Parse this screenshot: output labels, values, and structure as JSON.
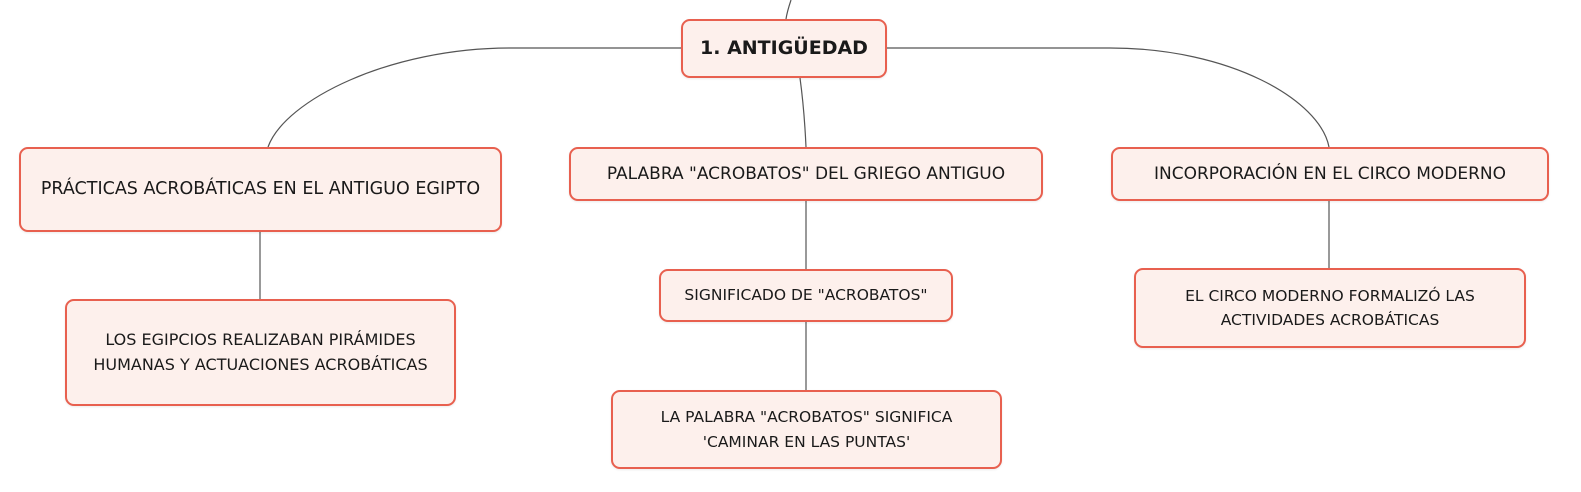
{
  "diagram": {
    "type": "mind-map",
    "colors": {
      "node_fill": "#fdf0ec",
      "node_border": "#e8604f",
      "connector": "#555555",
      "text": "#1a1a1a"
    },
    "root": {
      "label": "1. ANTIGÜEDAD"
    },
    "branches": [
      {
        "label": "PRÁCTICAS ACROBÁTICAS EN EL ANTIGUO EGIPTO",
        "children": [
          {
            "lines": [
              "LOS EGIPCIOS REALIZABAN PIRÁMIDES",
              "HUMANAS Y ACTUACIONES ACROBÁTICAS"
            ]
          }
        ]
      },
      {
        "label": "PALABRA \"ACROBATOS\" DEL GRIEGO ANTIGUO",
        "children": [
          {
            "label": "SIGNIFICADO DE \"ACROBATOS\"",
            "children": [
              {
                "lines": [
                  "LA PALABRA \"ACROBATOS\" SIGNIFICA",
                  "'CAMINAR EN LAS PUNTAS'"
                ]
              }
            ]
          }
        ]
      },
      {
        "label": "INCORPORACIÓN EN EL CIRCO MODERNO",
        "children": [
          {
            "lines": [
              "EL CIRCO MODERNO FORMALIZÓ LAS",
              "ACTIVIDADES ACROBÁTICAS"
            ]
          }
        ]
      }
    ]
  }
}
